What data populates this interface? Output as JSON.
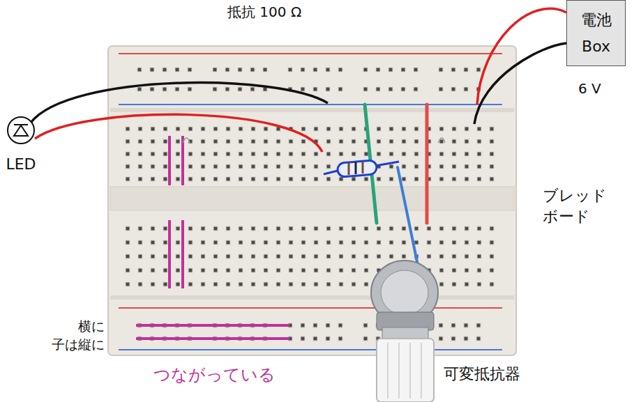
{
  "diagram": {
    "nodes": [
      {
        "text": [
          "電池 Box"
        ]
      },
      {
        "text": [
          "LED"
        ]
      }
    ],
    "labels": [
      "抵抗 100 Ω",
      "6 V",
      "ブレッド ボード",
      "可変抵抗器",
      "つながっている",
      "横に",
      "子は縦に"
    ]
  }
}
